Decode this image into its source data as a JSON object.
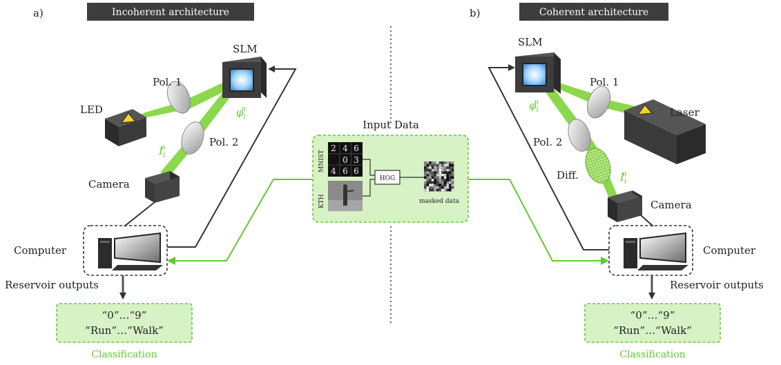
{
  "left_panel": {
    "letter": "a)",
    "title": "Incoherent architecture",
    "slm_label": "SLM",
    "pol1_label": "Pol. 1",
    "pol2_label": "Pol. 2",
    "source_label": "LED",
    "camera_label": "Camera",
    "computer_label": "Computer",
    "outputs_label": "Reservoir outputs",
    "phase_symbol": "φ",
    "phase_sup": "n",
    "phase_sub": "i",
    "intensity_symbol": "I",
    "intensity_sup": "n",
    "intensity_sub": "i",
    "class_line1": "“0”…“9”",
    "class_line2": "“Run”…“Walk”",
    "class_caption": "Classification"
  },
  "right_panel": {
    "letter": "b)",
    "title": "Coherent architecture",
    "slm_label": "SLM",
    "pol1_label": "Pol. 1",
    "pol2_label": "Pol. 2",
    "diff_label": "Diff.",
    "source_label": "Laser",
    "camera_label": "Camera",
    "computer_label": "Computer",
    "outputs_label": "Reservoir outputs",
    "phase_symbol": "φ",
    "phase_sup": "n",
    "phase_sub": "i",
    "intensity_symbol": "I",
    "intensity_sup": "n",
    "intensity_sub": "i",
    "class_line1": "“0”…“9”",
    "class_line2": "“Run”…“Walk”",
    "class_caption": "Classification"
  },
  "input_data": {
    "title": "Input Data",
    "mnist_label": "MNIST",
    "kth_label": "KTH",
    "hog_label": "HOG",
    "masked_label": "masked data",
    "digits": [
      "2",
      "4",
      "3",
      "0",
      "6",
      "4",
      "6",
      "6"
    ]
  },
  "colors": {
    "beam": "#7fd43a",
    "accent_green": "#62c930",
    "box_fill": "#d7f2c5",
    "header_bg": "#3d3d3d",
    "arrow": "#333333"
  }
}
